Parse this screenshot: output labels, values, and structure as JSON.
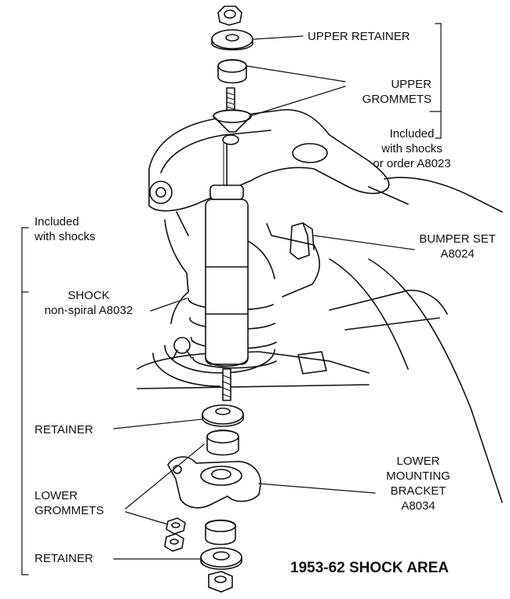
{
  "diagram": {
    "title": "1953-62 SHOCK AREA",
    "labels": {
      "upper_retainer": "UPPER RETAINER",
      "upper_grommets": [
        "UPPER",
        "GROMMETS"
      ],
      "included_top": [
        "Included",
        "with shocks",
        "or order A8023"
      ],
      "included_left": [
        "Included",
        "with shocks"
      ],
      "bumper_set": [
        "BUMPER SET",
        "A8024"
      ],
      "shock": [
        "SHOCK",
        "non-spiral  A8032"
      ],
      "retainer_mid": "RETAINER",
      "lower_bracket": [
        "LOWER",
        "MOUNTING",
        "BRACKET",
        "A8034"
      ],
      "lower_grommets": [
        "LOWER",
        "GROMMETS"
      ],
      "retainer_bottom": "RETAINER"
    }
  }
}
